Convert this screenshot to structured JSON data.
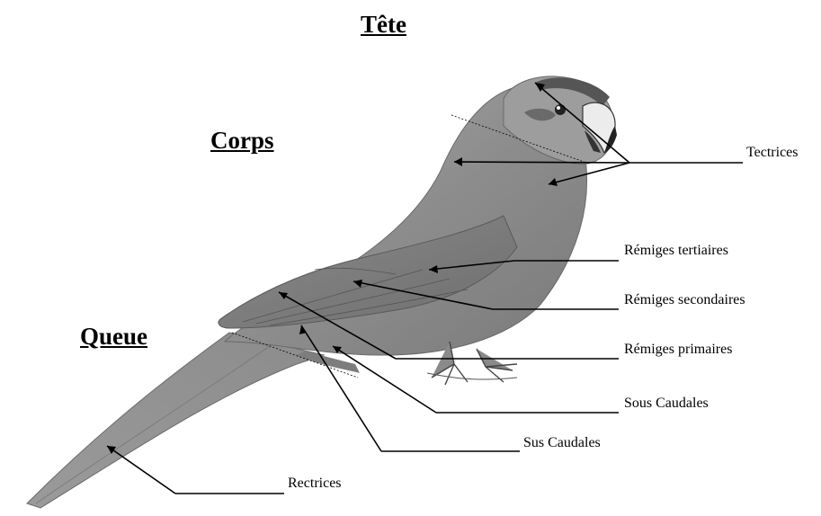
{
  "sections": {
    "head": "Tête",
    "body": "Corps",
    "tail": "Queue"
  },
  "labels": {
    "tectrices": "Tectrices",
    "remiges_tertiaires": "Rémiges tertiaires",
    "remiges_secondaires": "Rémiges secondaires",
    "remiges_primaires": "Rémiges primaires",
    "sous_caudales": "Sous Caudales",
    "sus_caudales": "Sus Caudales",
    "rectrices": "Rectrices"
  }
}
